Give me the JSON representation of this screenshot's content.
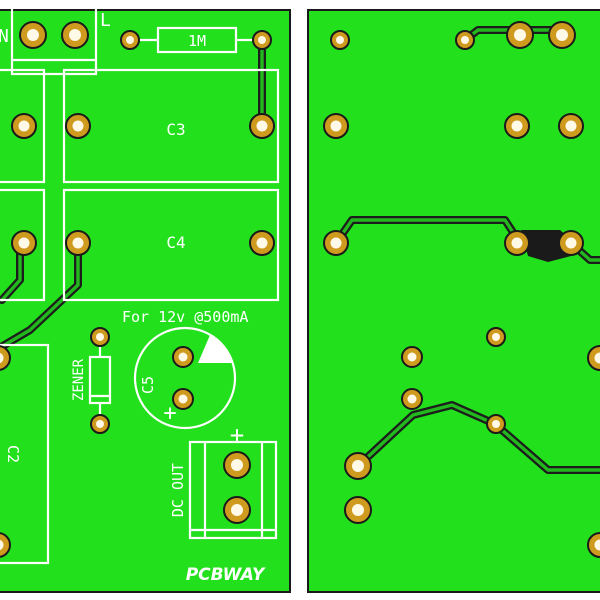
{
  "pcb": {
    "brand": "PCBWAY",
    "colors": {
      "board": "#22e01c",
      "board_back": "#16b814",
      "pad_copper": "#cf9b1e",
      "pad_hole": "#fff9e8",
      "silkscreen": "#ffffff",
      "outline": "#1a1a1a"
    },
    "front": {
      "labels": {
        "resistor": "1M",
        "cap_c3": "C3",
        "cap_c4": "C4",
        "power_note": "For 12v @500mA",
        "zener": "ZENER",
        "cap_c5": "C5",
        "plus_cap": "+",
        "plus_out": "+",
        "dc_out": "DC OUT",
        "left_component": "C2",
        "partial_l": "L",
        "partial_n": "N"
      }
    },
    "back": {}
  }
}
